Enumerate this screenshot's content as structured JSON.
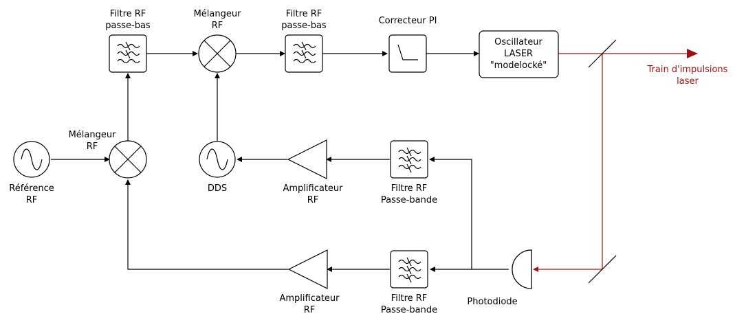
{
  "colors": {
    "line": "#000000",
    "laser": "#a01010"
  },
  "labels": {
    "lpf1": [
      "Filtre RF",
      "passe-bas"
    ],
    "mixer_top": [
      "Mélangeur",
      "RF"
    ],
    "lpf2": [
      "Filtre RF",
      "passe-bas"
    ],
    "pi": [
      "Correcteur PI"
    ],
    "osc": [
      "Oscillateur",
      "LASER",
      "\"modelocké\""
    ],
    "output": [
      "Train d'impulsions",
      "laser"
    ],
    "mixer_left": [
      "Mélangeur",
      "RF"
    ],
    "reference": [
      "Référence",
      "RF"
    ],
    "dds": [
      "DDS"
    ],
    "amp_mid": [
      "Amplificateur",
      "RF"
    ],
    "bpf_mid": [
      "Filtre RF",
      "Passe-bande"
    ],
    "amp_bot": [
      "Amplificateur",
      "RF"
    ],
    "bpf_bot": [
      "Filtre RF",
      "Passe-bande"
    ],
    "photodiode": [
      "Photodiode"
    ]
  }
}
